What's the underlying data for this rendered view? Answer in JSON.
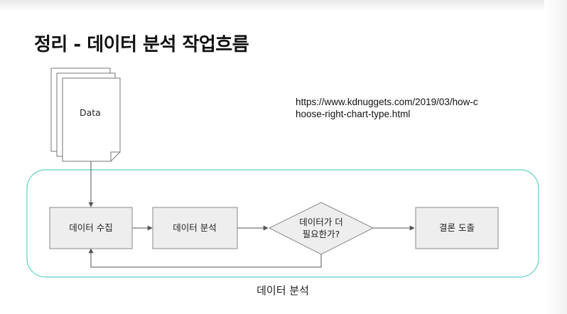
{
  "title": "정리 - 데이터 분석 작업흐름",
  "source_url": "https://www.kdnuggets.com/2019/03/how-choose-right-chart-type.html",
  "colors": {
    "container_border": "#5fd0c4",
    "node_fill": "#eeeeee",
    "node_border": "#888888",
    "edge": "#555555"
  },
  "nodes": {
    "data_doc": "Data",
    "collect": "데이터 수집",
    "analyze": "데이터 분석",
    "decision_line1": "데이터가 더",
    "decision_line2": "필요한가?",
    "conclusion": "결론 도출"
  },
  "container_caption": "데이터 분석"
}
